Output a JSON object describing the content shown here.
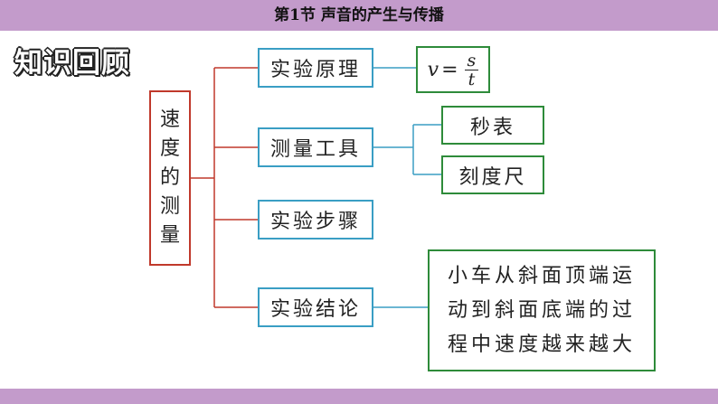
{
  "header": {
    "title": "第1节  声音的产生与传播"
  },
  "section_heading": "知识回顾",
  "root": {
    "chars": [
      "速",
      "度",
      "的",
      "测",
      "量"
    ]
  },
  "branches": {
    "principle": "实验原理",
    "tools": "测量工具",
    "steps": "实验步骤",
    "conclusion": "实验结论"
  },
  "formula": {
    "variable": "v",
    "equals": "=",
    "numerator": "s",
    "denominator": "t"
  },
  "tools": [
    "秒表",
    "刻度尺"
  ],
  "conclusion_lines": [
    "小车从斜面顶端运",
    "动到斜面底端的过",
    "程中速度越来越大"
  ],
  "colors": {
    "bar": "#c39bcb",
    "red_border": "#c0392b",
    "blue_border": "#3a9ec4",
    "green_border": "#2e8b3a"
  }
}
